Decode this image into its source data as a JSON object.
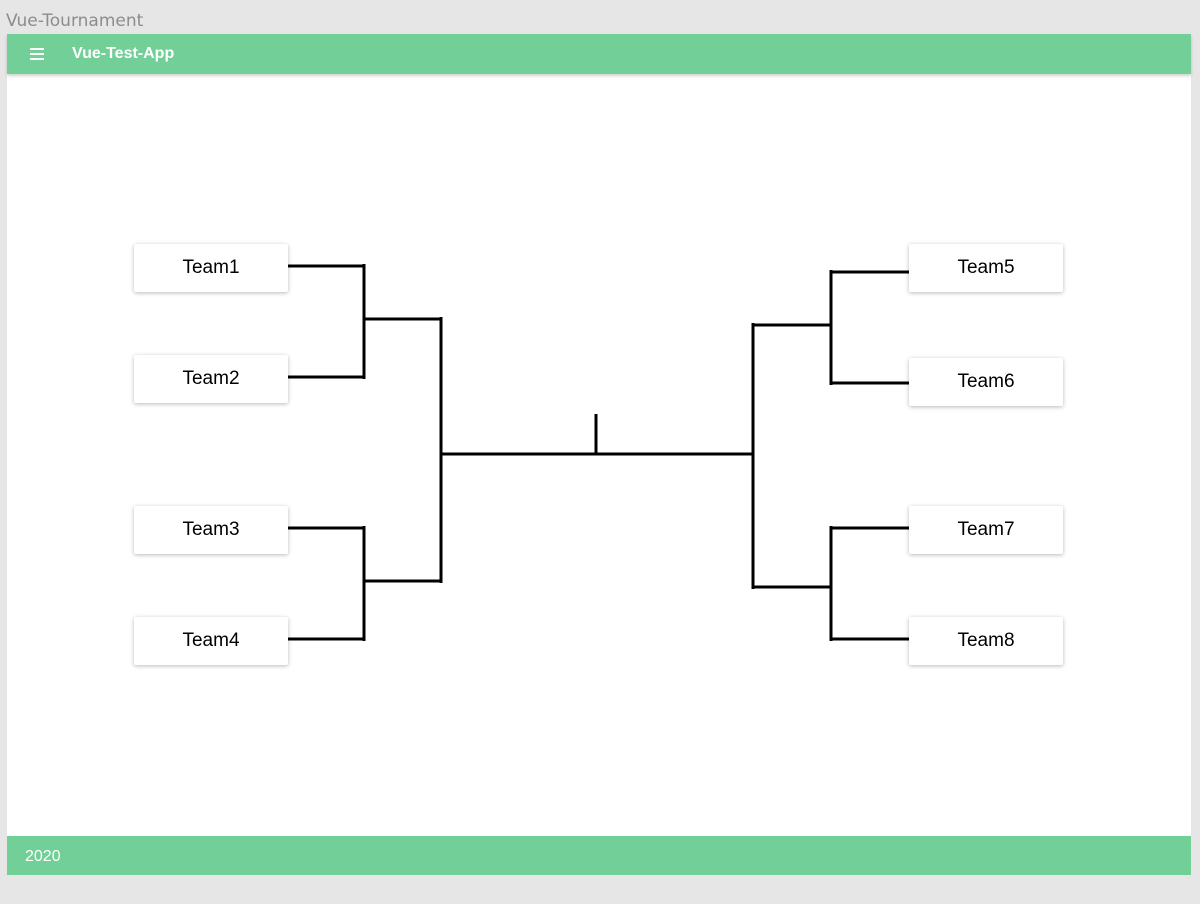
{
  "window": {
    "title": "Vue-Tournament"
  },
  "toolbar": {
    "title": "Vue-Test-App",
    "menu_icon": "hamburger-menu-icon",
    "color": "#72cf97"
  },
  "bracket": {
    "left_teams": [
      "Team1",
      "Team2",
      "Team3",
      "Team4"
    ],
    "right_teams": [
      "Team5",
      "Team6",
      "Team7",
      "Team8"
    ]
  },
  "footer": {
    "text": "2020",
    "color": "#72cf97"
  }
}
